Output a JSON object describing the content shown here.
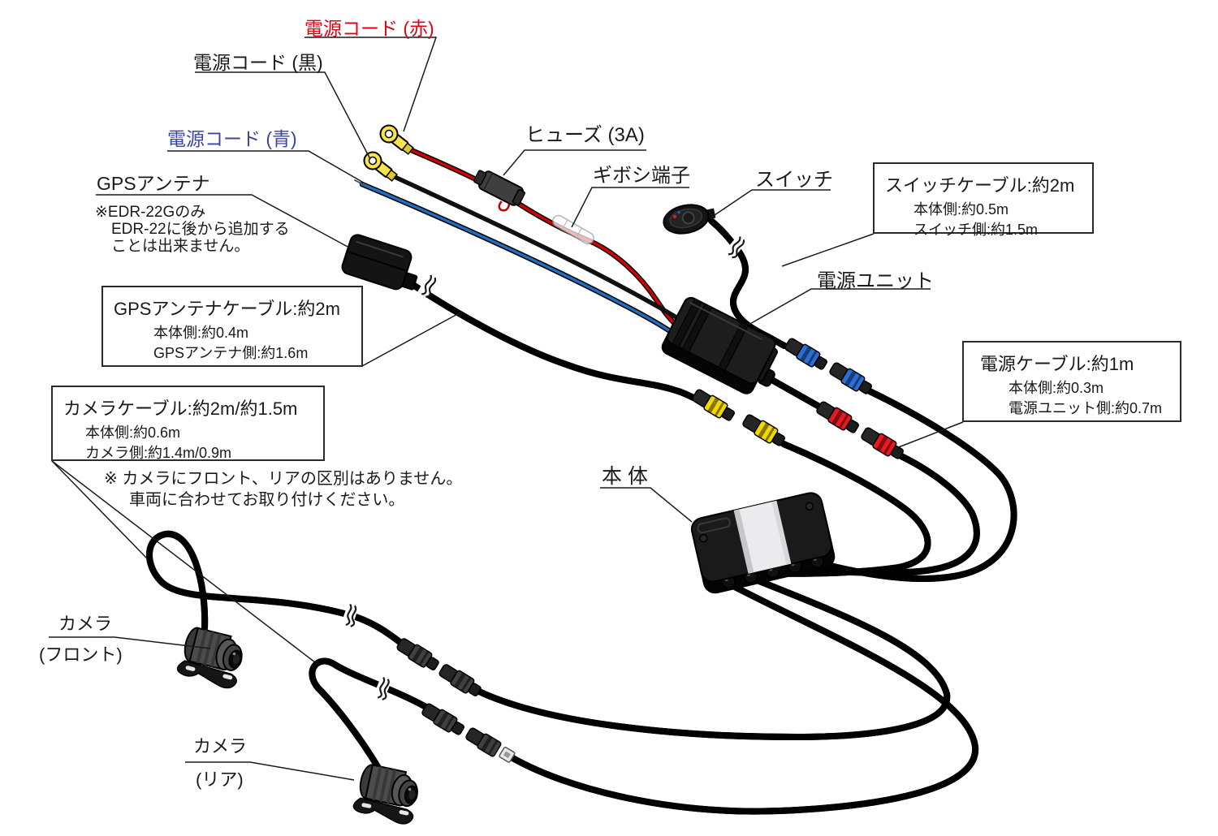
{
  "diagram": {
    "title_context": "EDR-22 / EDR-22G wiring diagram",
    "labels": {
      "power_cord_red": "電源コード (赤)",
      "power_cord_black": "電源コード (黒)",
      "power_cord_blue": "電源コード (青)",
      "fuse": "ヒューズ (3A)",
      "giboshi_terminal": "ギボシ端子",
      "switch": "スイッチ",
      "gps_antenna": "GPSアンテナ",
      "power_unit": "電源ユニット",
      "main_unit": "本 体",
      "camera_front_line1": "カメラ",
      "camera_front_line2": "(フロント)",
      "camera_rear_line1": "カメラ",
      "camera_rear_line2": "(リア)"
    },
    "notes": {
      "gps_line1": "※EDR-22Gのみ",
      "gps_line2": "EDR-22に後から追加する",
      "gps_line3": "ことは出来ません。",
      "camera_line1": "※ カメラにフロント、リアの区別はありません。",
      "camera_line2": "車両に合わせてお取り付けください。"
    },
    "spec_boxes": {
      "switch_cable": {
        "title": "スイッチケーブル:約2m",
        "line1": "本体側:約0.5m",
        "line2": "スイッチ側:約1.5m"
      },
      "gps_cable": {
        "title": "GPSアンテナケーブル:約2m",
        "line1": "本体側:約0.4m",
        "line2": "GPSアンテナ側:約1.6m"
      },
      "power_cable": {
        "title": "電源ケーブル:約1m",
        "line1": "本体側:約0.3m",
        "line2": "電源ユニット側:約0.7m"
      },
      "camera_cable": {
        "title": "カメラケーブル:約2m/約1.5m",
        "line1": "本体側:約0.6m",
        "line2": "カメラ側:約1.4m/0.9m"
      }
    },
    "colors": {
      "label_red": "#e60012",
      "label_blue": "#3d44a5",
      "wire_red": "#d40000",
      "wire_blue": "#1f6fc2",
      "connector_blue": "#2b6fd6",
      "connector_red": "#e8191f",
      "connector_yellow": "#f2d800",
      "ring_terminal_yellow": "#f7e34c",
      "cable_black": "#2e2e2e",
      "line_color": "#1a1a1a"
    }
  }
}
